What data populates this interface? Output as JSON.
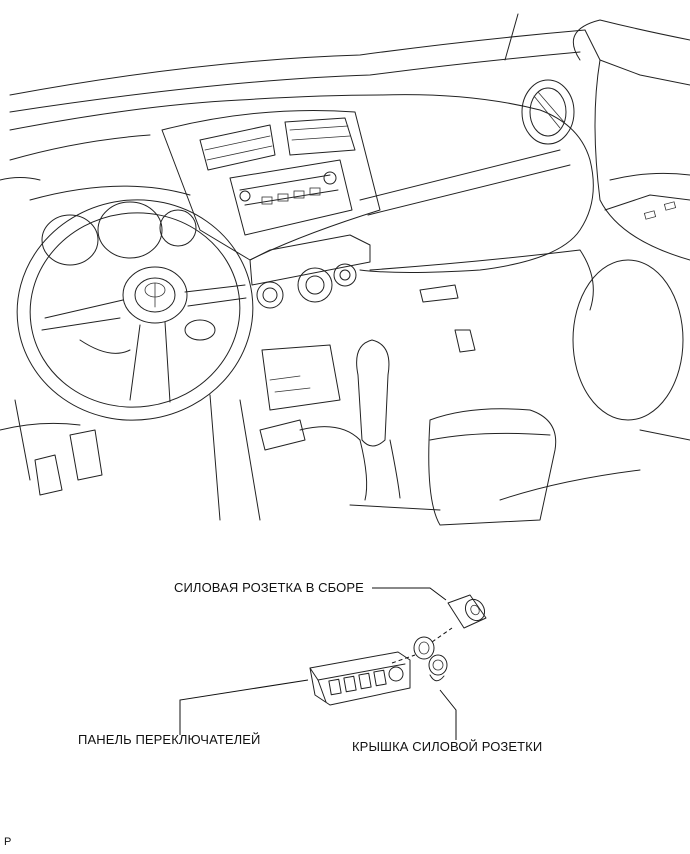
{
  "labels": {
    "power_outlet_assembly": "СИЛОВАЯ РОЗЕТКА В СБОРЕ",
    "switch_panel": "ПАНЕЛЬ ПЕРЕКЛЮЧАТЕЛЕЙ",
    "power_outlet_cover": "КРЫШКА СИЛОВОЙ РОЗЕТКИ",
    "figure_code": "P"
  }
}
